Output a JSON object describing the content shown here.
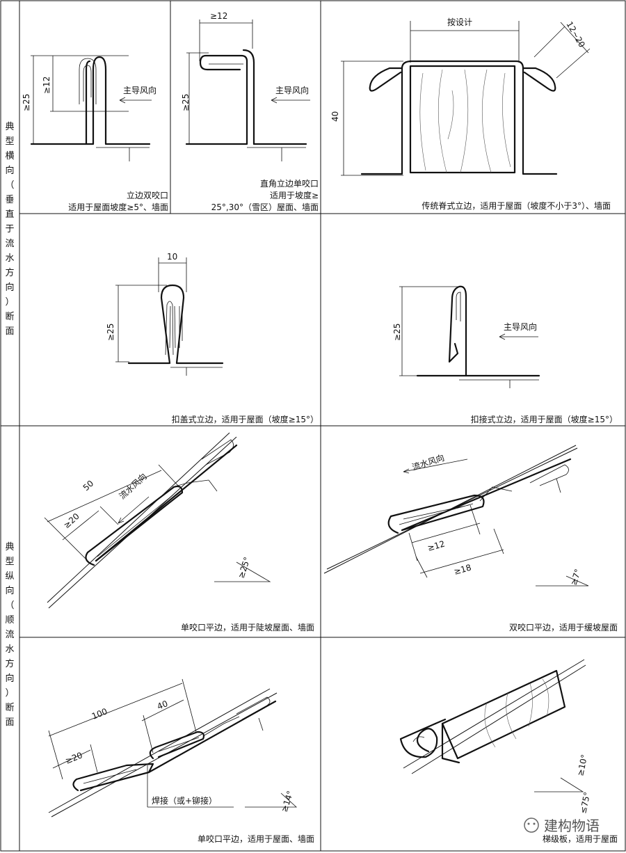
{
  "side_labels": {
    "transverse": [
      "典",
      "型",
      "横",
      "向",
      "（",
      "垂",
      "直",
      "于",
      "流",
      "水",
      "方",
      "向",
      "）",
      "断",
      "面"
    ],
    "longitudinal": [
      "典",
      "型",
      "纵",
      "向",
      "（",
      "顺",
      "流",
      "水",
      "方",
      "向",
      "）",
      "断",
      "面"
    ]
  },
  "panels": {
    "p1": {
      "caption_1": "立边双咬口",
      "caption_2": "适用于屋面坡度≥5°、墙面",
      "dim_a": "≥25",
      "dim_b": "≥12",
      "wind": "主导风向"
    },
    "p2": {
      "caption_1": "直角立边单咬口",
      "caption_2": "适用于坡度≥",
      "caption_3": "25°,30°（雪区）屋面、墙面",
      "dim_a": "≥25",
      "dim_b": "≥12",
      "wind": "主导风向"
    },
    "p3": {
      "caption": "传统脊式立边，适用于屋面（坡度不小于3°）、墙面",
      "dim_design": "按设计",
      "dim_h": "40",
      "dim_diag": "12~20"
    },
    "p4": {
      "caption": "扣盖式立边，适用于屋面（坡度≥15°）",
      "dim_w": "10",
      "dim_h": "≥25"
    },
    "p5": {
      "caption": "扣接式立边，适用于屋面（坡度≥15°）",
      "dim_h": "≥25",
      "wind": "主导风向"
    },
    "p6": {
      "caption": "单咬口平边，适用于陡坡屋面、墙面",
      "dim_a": "50",
      "dim_b": "≥20",
      "flow": "流水风向",
      "angle": "≥25°"
    },
    "p7": {
      "caption": "双咬口平边，适用于缓坡屋面",
      "dim_a": "≥12",
      "dim_b": "≥18",
      "flow": "流水风向",
      "angle": "≥7°"
    },
    "p8": {
      "caption": "单咬口平边，适用于屋面、墙面",
      "dim_a": "100",
      "dim_b": "40",
      "dim_c": "≥20",
      "weld": "焊接（或+铆接）",
      "angle": "≥14°"
    },
    "p9": {
      "caption": "梯级板，适用于屋面",
      "angle_a": "≥10°",
      "angle_b": "≤75°"
    }
  },
  "watermark": "建构物语"
}
